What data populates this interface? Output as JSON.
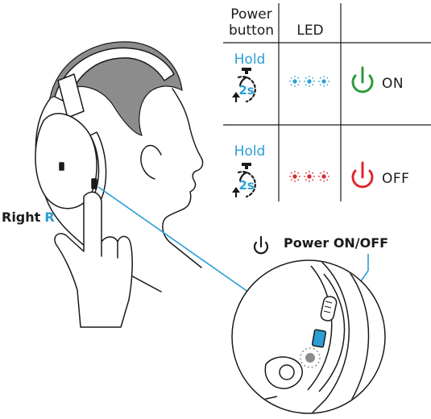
{
  "table": {
    "header_col1": "Power\nbutton",
    "header_col2": "LED",
    "rows": [
      {
        "action": "Hold",
        "duration": "2s",
        "led_color": "#2a9fd6",
        "icon_color": "#2e9b3a",
        "state": "ON"
      },
      {
        "action": "Hold",
        "duration": "2s",
        "led_color": "#e0262d",
        "icon_color": "#e0262d",
        "state": "OFF"
      }
    ]
  },
  "side_label": {
    "word": "Right",
    "letter": "R",
    "letter_color": "#2a9fd6"
  },
  "power_callout": {
    "label": "Power ON/OFF"
  },
  "colors": {
    "accent": "#2a9fd6",
    "hair": "#8c8c8c",
    "line": "#1a1a1a"
  }
}
